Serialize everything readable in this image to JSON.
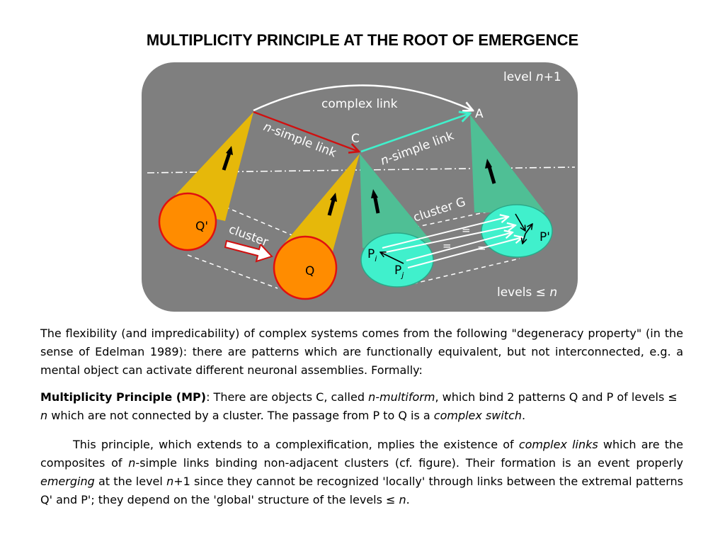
{
  "title": "MULTIPLICITY PRINCIPLE AT THE ROOT OF EMERGENCE",
  "colors": {
    "panel": "#7f7f7f",
    "yellow_cone": "#e6b80a",
    "green_cone": "#4fbf95",
    "orange_node": "#ff8c00",
    "node_border": "#e01010",
    "cyan_node": "#40f0cc",
    "red_link": "#d01010",
    "cyan_link": "#40f0cc"
  },
  "diagram": {
    "level_top_prefix": "level ",
    "level_top_n": "n",
    "level_top_suffix": "+1",
    "level_bottom_prefix": "levels ≤ ",
    "level_bottom_n": "n",
    "complex_link": "complex link",
    "label_A": "A",
    "label_C": "C",
    "n_simple_1_n": "n",
    "n_simple_1_rest": "-simple link",
    "n_simple_2_n": "n",
    "n_simple_2_rest": "-simple link",
    "cluster_G": "cluster G",
    "cluster": "cluster",
    "node_Qp": "Q'",
    "node_Q": "Q",
    "node_Pp": "P'",
    "node_Pi": "P",
    "node_Pi_sub": "i",
    "node_Pj": "P",
    "node_Pj_sub": "j",
    "eq1": "=",
    "eq2": "=",
    "eq3": "="
  },
  "paragraphs": {
    "p1": "The flexibility (and impredicability) of complex systems comes from the following \"degeneracy property\" (in the sense of Edelman 1989): there are patterns which are functionally equivalent, but not interconnected, e.g. a mental object can activate different neuronal assemblies. Formally:",
    "p2_bold": "Multiplicity Principle (MP)",
    "p2_a": ": There are objects C, called ",
    "p2_italic1": "n-multiform",
    "p2_b": ", which bind 2 patterns Q and P of levels ≤ ",
    "p2_italic2": "n",
    "p2_c": " which are not connected by a cluster.  The passage from P to Q is a ",
    "p2_italic3": "complex switch",
    "p2_d": ".",
    "p3_a": "This principle, which extends to a complexification, mplies the existence of ",
    "p3_italic1": "complex links",
    "p3_b": " which are the composites of ",
    "p3_italic2": "n",
    "p3_c": "-simple links binding non-adjacent clusters (cf. figure). Their formation is an event properly ",
    "p3_italic3": "emerging",
    "p3_d": " at the level ",
    "p3_italic4": "n",
    "p3_e": "+1 since they cannot be recognized 'locally' through links between the extremal patterns Q' and P'; they depend on the 'global' structure of the levels ≤ ",
    "p3_italic5": "n",
    "p3_f": "."
  }
}
